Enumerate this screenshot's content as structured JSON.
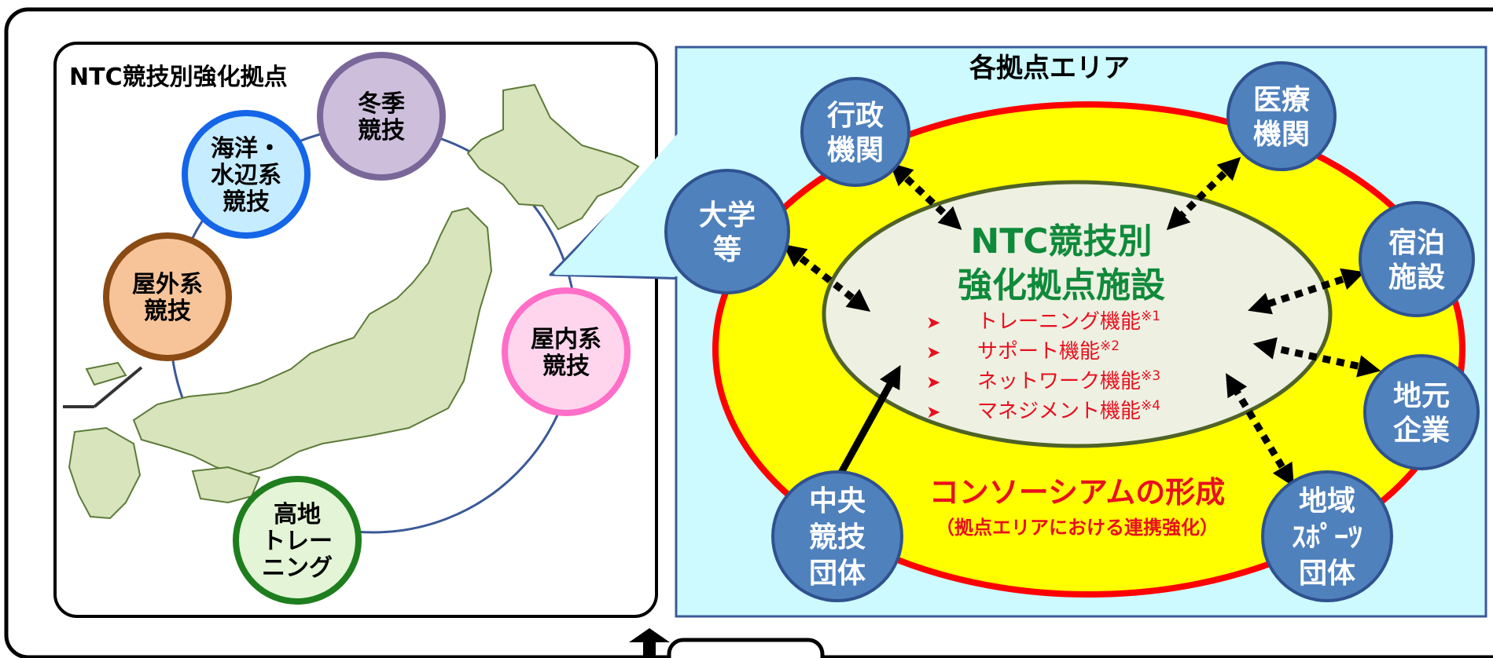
{
  "left_panel": {
    "title": "NTC競技別強化拠点",
    "sports": [
      {
        "lines": [
          "冬季",
          "競技"
        ],
        "color": "#cdbfdc",
        "border": "#7a6799"
      },
      {
        "lines": [
          "海洋・",
          "水辺系",
          "競技"
        ],
        "color": "#c6ecff",
        "border": "#1565e8"
      },
      {
        "lines": [
          "屋外系",
          "競技"
        ],
        "color": "#f7c49a",
        "border": "#8a4a13"
      },
      {
        "lines": [
          "屋内系",
          "競技"
        ],
        "color": "#ffd5ee",
        "border": "#ff6ec7"
      },
      {
        "lines": [
          "高地",
          "トレー",
          "ニング"
        ],
        "color": "#e3f5d6",
        "border": "#1e7e1e"
      }
    ]
  },
  "right_panel": {
    "title": "各拠点エリア",
    "center": {
      "title_lines": [
        "NTC競技別",
        "強化拠点施設"
      ],
      "title_color": "#0f8a3a",
      "bullet": "➤",
      "functions": [
        {
          "label": "トレーニング機能",
          "note": "※1"
        },
        {
          "label": "サポート機能",
          "note": "※2"
        },
        {
          "label": "ネットワーク機能",
          "note": "※3"
        },
        {
          "label": "マネジメント機能",
          "note": "※4"
        }
      ],
      "function_color": "#e8101e"
    },
    "consortium": {
      "title": "コンソーシアムの形成",
      "subtitle": "（拠点エリアにおける連携強化）"
    },
    "partners": [
      {
        "name": "gyosei",
        "lines": [
          "行政",
          "機関"
        ]
      },
      {
        "name": "iryo",
        "lines": [
          "医療",
          "機関"
        ]
      },
      {
        "name": "daigaku",
        "lines": [
          "大学",
          "等"
        ]
      },
      {
        "name": "shukuhaku",
        "lines": [
          "宿泊",
          "施設"
        ]
      },
      {
        "name": "jimoto",
        "lines": [
          "地元",
          "企業"
        ]
      },
      {
        "name": "chuo",
        "lines": [
          "中央",
          "競技",
          "団体"
        ]
      },
      {
        "name": "chiiki",
        "lines": [
          "地域",
          "ｽﾎﾟｰﾂ",
          "団体"
        ]
      }
    ],
    "colors": {
      "area_bg": "#ccfaff",
      "outer_fill": "#ffff00",
      "outer_border": "#ff0000",
      "inner_fill": "#eef0e2",
      "inner_border": "#4f6228",
      "node_fill": "#4f81bd",
      "node_border": "#2f528f"
    }
  }
}
